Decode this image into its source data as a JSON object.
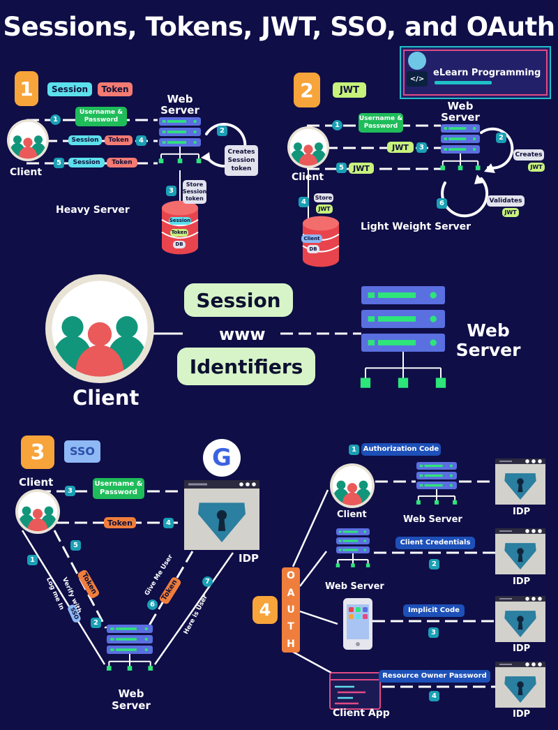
{
  "title": "Sessions, Tokens, JWT, SSO, and OAuth",
  "brand": {
    "name": "eLearn Programming",
    "code_glyph": "</>"
  },
  "section1": {
    "number": "1",
    "tags": [
      "Session",
      "Token"
    ],
    "client": "Client",
    "server": "Web Server",
    "caption": "Heavy Server",
    "steps": {
      "s1": "1",
      "s1_label": "Username & Password",
      "s2": "2",
      "s2_label": "Creates Session token",
      "s3": "3",
      "s3_label": "Store Session token",
      "s4": "4",
      "s5": "5",
      "session": "Session",
      "token": "Token"
    },
    "db": [
      "Session",
      "Token",
      "DB"
    ]
  },
  "section2": {
    "number": "2",
    "tag": "JWT",
    "client": "Client",
    "server": "Web Server",
    "caption": "Light Weight Server",
    "steps": {
      "s1": "1",
      "s1_label": "Username & Password",
      "s2": "2",
      "s2_label": "Creates",
      "s3": "3",
      "s4": "4",
      "s4_label": "Store",
      "s5": "5",
      "s6": "6",
      "s6_label": "Validates",
      "jwt": "JWT"
    },
    "db": [
      "Client",
      "DB"
    ]
  },
  "center": {
    "session": "Session",
    "www": "www",
    "identifiers": "Identifiers",
    "client": "Client",
    "server": "Web Server"
  },
  "section3": {
    "number": "3",
    "tag": "SSO",
    "client": "Client",
    "idp": "IDP",
    "server": "Web Server",
    "google_letter": "G",
    "steps": {
      "s1": "1",
      "s1_label": "Log me In",
      "s2": "2",
      "s2_label": "Verify with",
      "s3": "3",
      "s3_label": "Username & Password",
      "s4": "4",
      "s4_label": "Token",
      "s5": "5",
      "s5_label": "Token",
      "s6": "6",
      "s6_label": "Token",
      "s6_caption": "Give Me User",
      "s7": "7",
      "s7_label": "Here is User"
    }
  },
  "section4": {
    "number": "4",
    "oauth_letters": [
      "O",
      "A",
      "U",
      "T",
      "H"
    ],
    "flows": [
      {
        "num": "1",
        "label": "Authorization Code",
        "actor": "Client",
        "mid": "Web Server",
        "idp": "IDP"
      },
      {
        "num": "2",
        "label": "Client Credentials",
        "actor": "Web Server",
        "idp": "IDP"
      },
      {
        "num": "3",
        "label": "Implicit Code",
        "idp": "IDP"
      },
      {
        "num": "4",
        "label": "Resource Owner Password",
        "actor": "Client App",
        "idp": "IDP"
      }
    ]
  },
  "colors": {
    "background": "#0f0e47",
    "accent_orange": "#f7a43b",
    "server_blue": "#5a6fe0",
    "server_green": "#2ee57a",
    "step_teal": "#1a9fb4",
    "avatar_teal": "#12967b",
    "avatar_red": "#ea5a5a",
    "avatar_ring": "#e9e3d6",
    "db_red": "#e8444d",
    "idp_gray": "#d3d1cc"
  },
  "icons": [
    "server-icon",
    "database-icon",
    "client-avatar-icon",
    "idp-window-icon",
    "keyhole-shield-icon",
    "google-logo-icon",
    "phone-icon",
    "code-window-icon"
  ]
}
